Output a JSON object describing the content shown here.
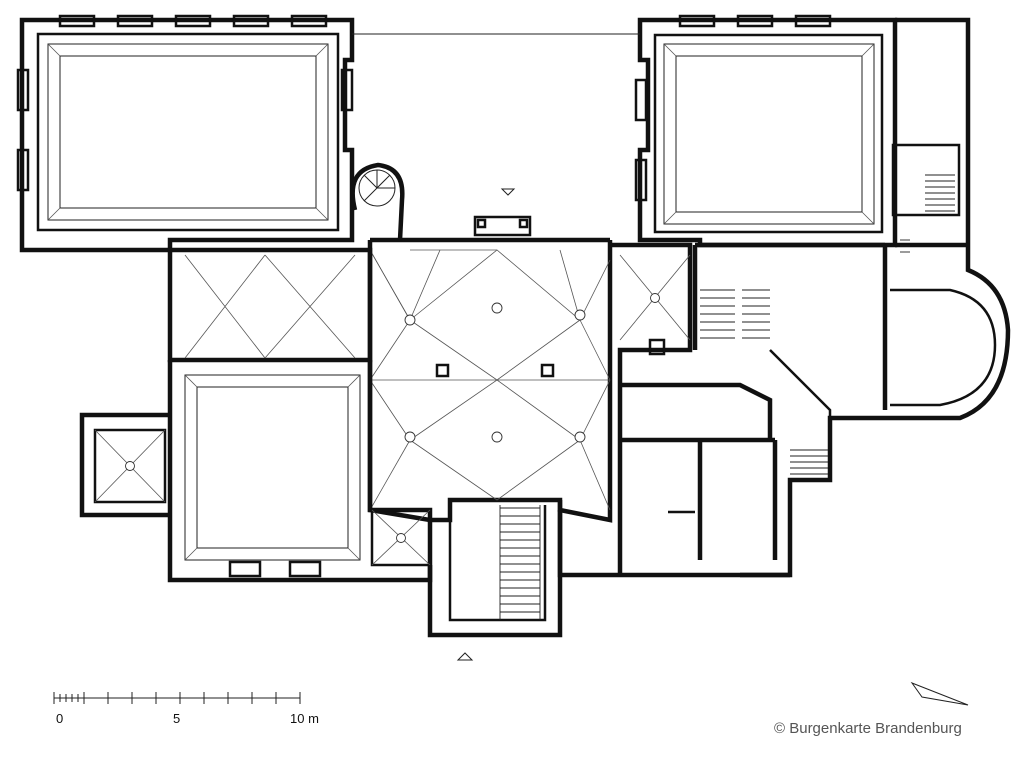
{
  "scale_bar": {
    "labels": [
      "0",
      "5",
      "10 m"
    ]
  },
  "copyright": "© Burgenkarte Brandenburg"
}
